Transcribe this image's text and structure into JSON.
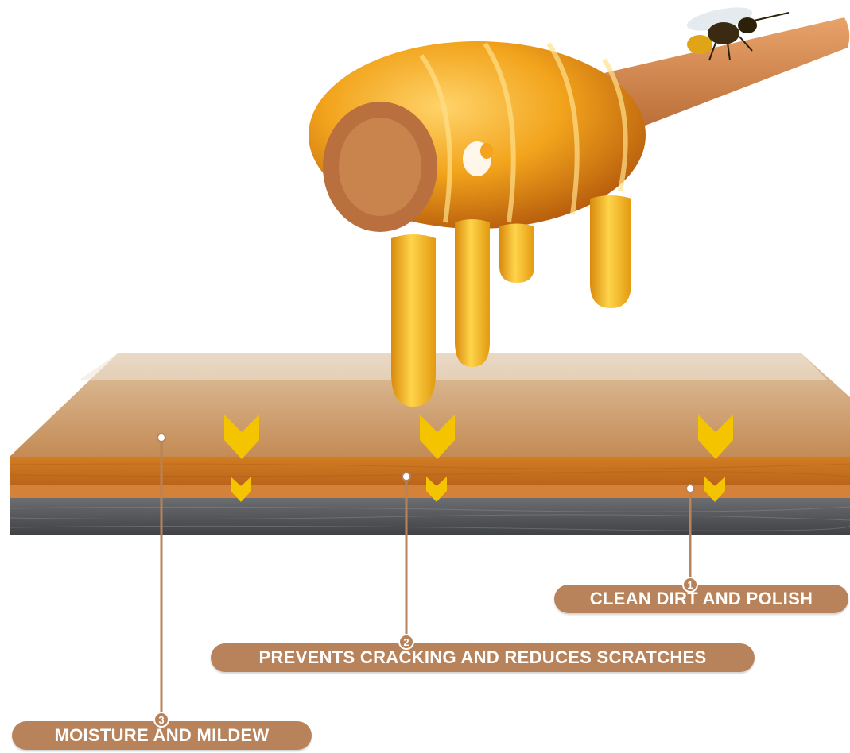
{
  "callouts": [
    {
      "number": "1",
      "label": "CLEAN DIRT AND POLISH"
    },
    {
      "number": "2",
      "label": "PREVENTS CRACKING AND REDUCES SCRATCHES"
    },
    {
      "number": "3",
      "label": "MOISTURE AND MILDEW"
    }
  ],
  "colors": {
    "callout_bg": "#b8835a",
    "honey": "#f2a41c",
    "chevron": "#f5c400",
    "board_top": "#c9915a",
    "board_core": "#c9701a",
    "board_base": "#55575a"
  }
}
